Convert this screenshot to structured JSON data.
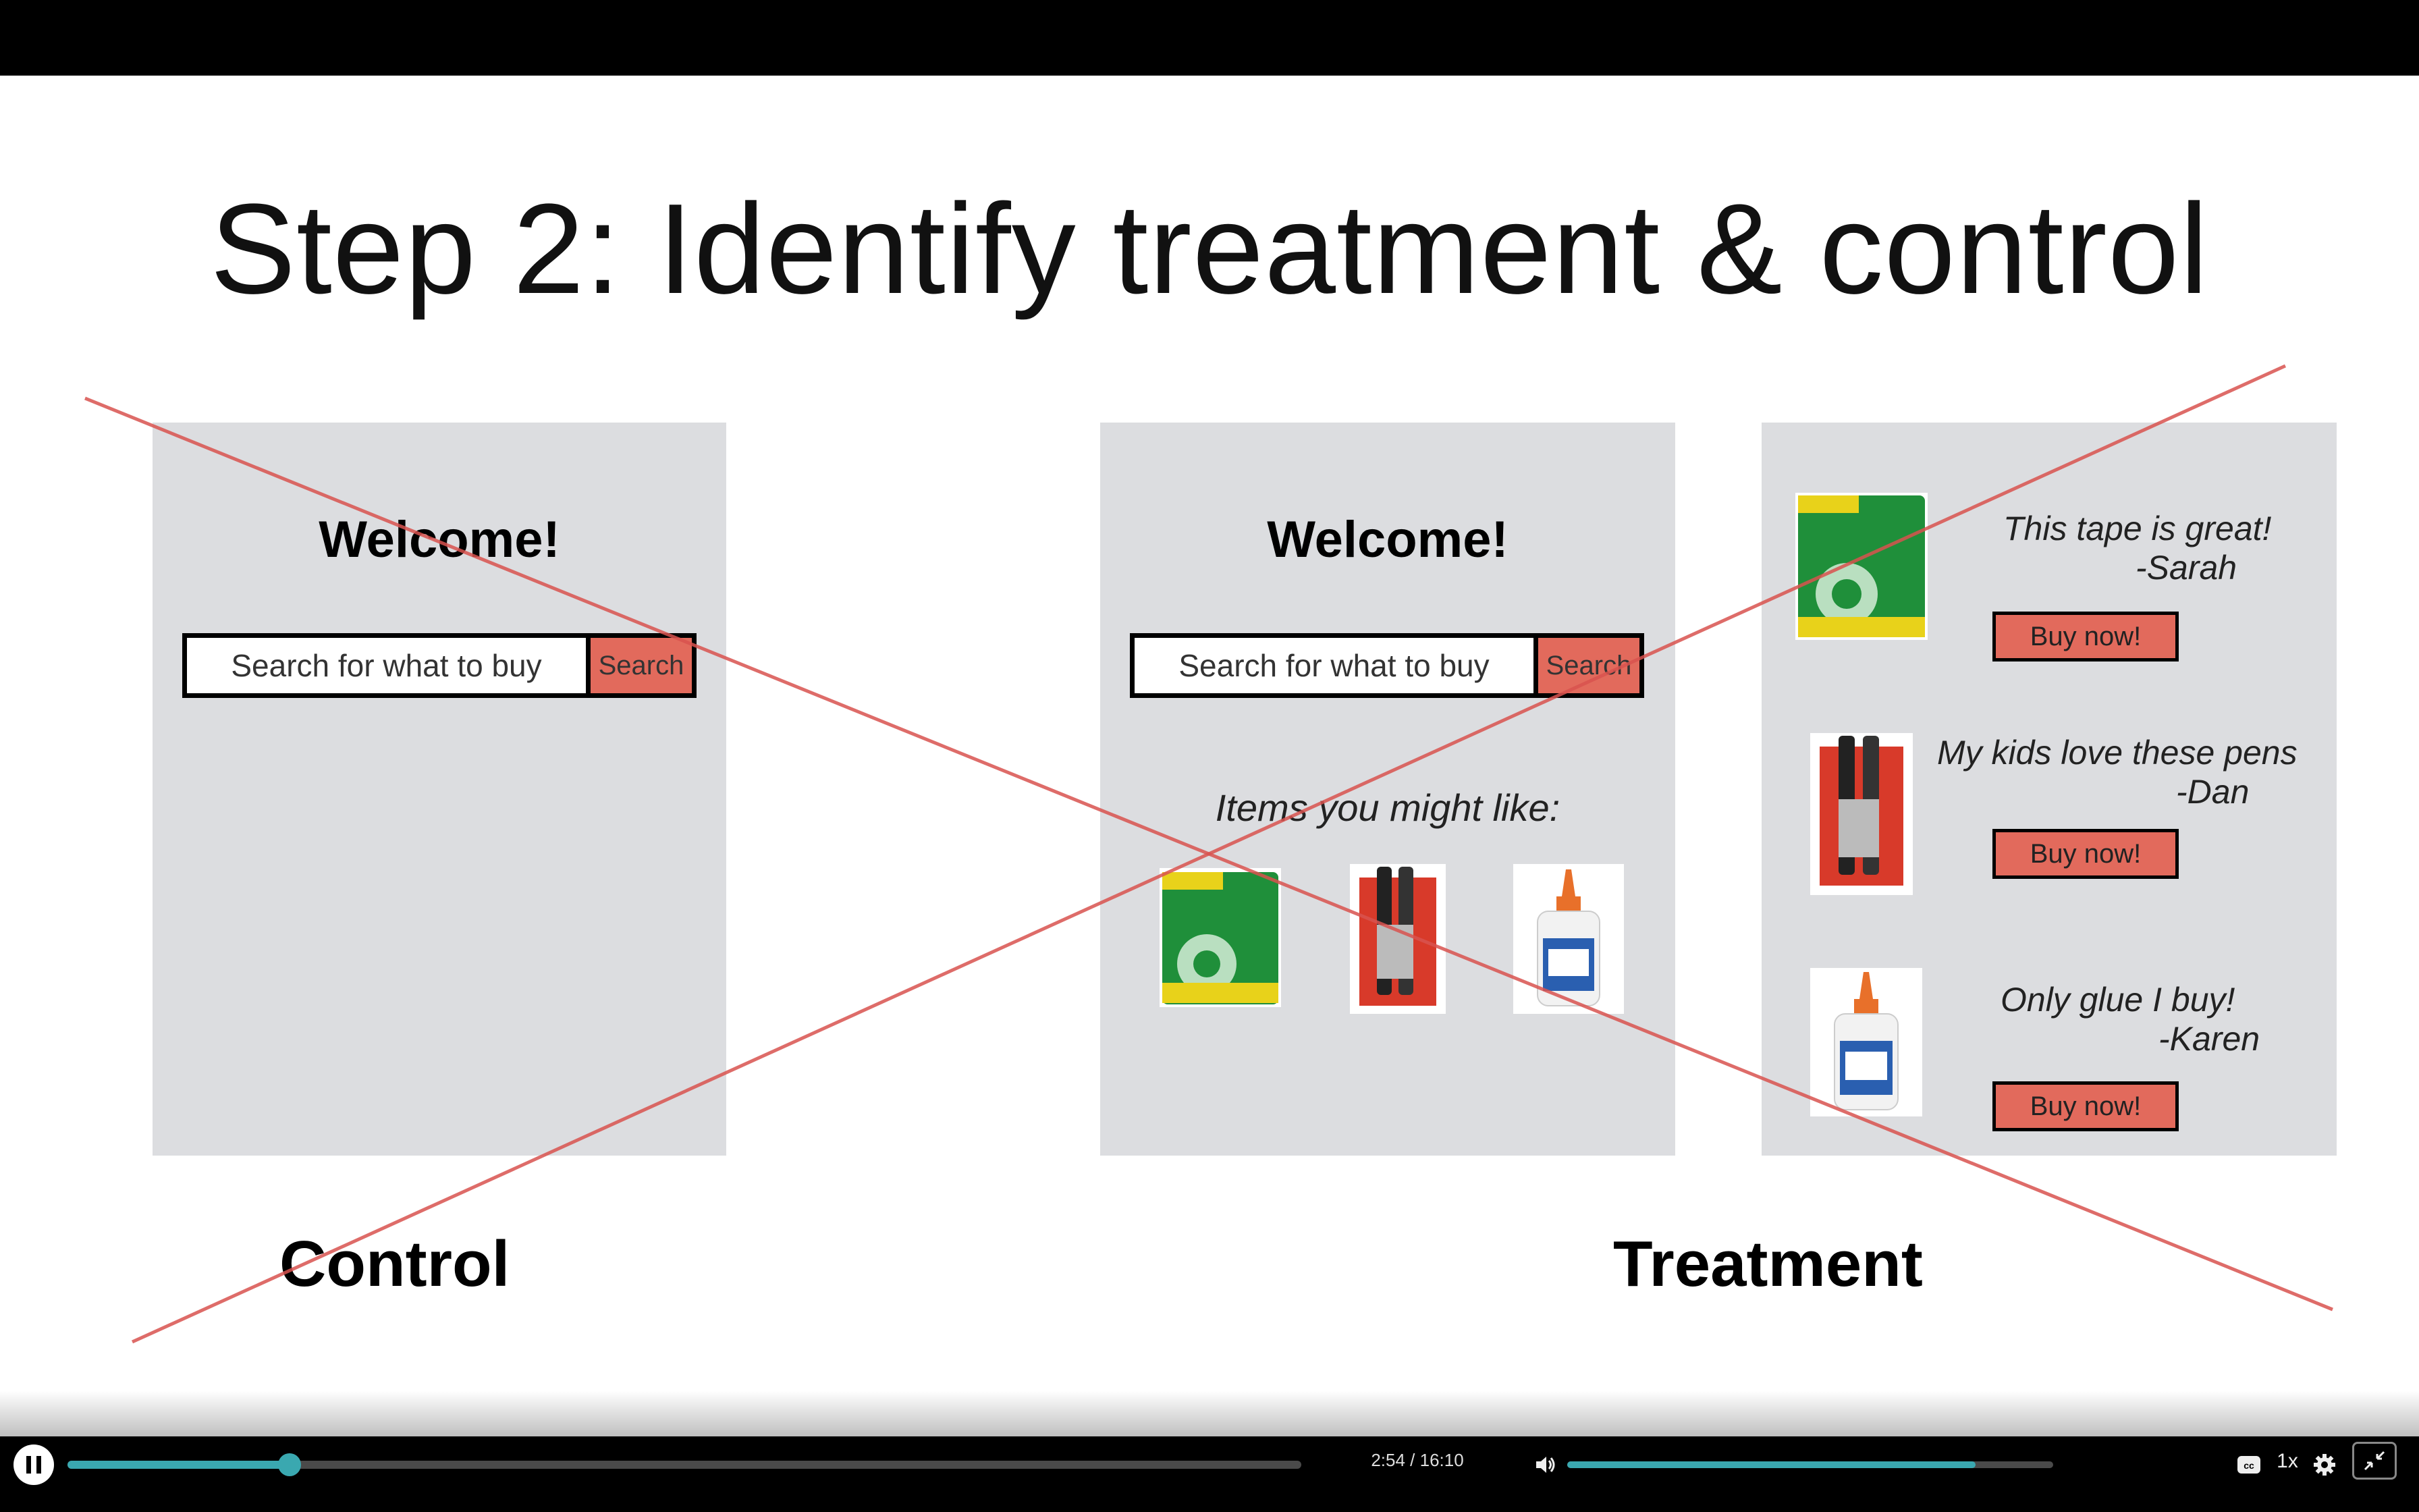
{
  "slide": {
    "title": "Step 2: Identify treatment & control",
    "control": {
      "welcome": "Welcome!",
      "search_placeholder": "Search for what to buy",
      "search_button": "Search",
      "label": "Control"
    },
    "treatment": {
      "welcome": "Welcome!",
      "search_placeholder": "Search for what to buy",
      "search_button": "Search",
      "recommendations_heading": "Items you might like:",
      "label": "Treatment",
      "reviews": [
        {
          "line1": "This tape is great!",
          "line2": "-Sarah",
          "button": "Buy now!",
          "product": "tape"
        },
        {
          "line1": "My kids love these pens",
          "line2": "-Dan",
          "button": "Buy now!",
          "product": "pens"
        },
        {
          "line1": "Only glue I buy!",
          "line2": "-Karen",
          "button": "Buy now!",
          "product": "glue"
        }
      ]
    },
    "cross_color": "#d9534f",
    "panel_color": "#dcdde0",
    "button_color": "#e26a5c"
  },
  "player": {
    "time": "2:54 / 16:10",
    "progress": 0.18,
    "volume": 0.84,
    "speed": "1x",
    "accent_color": "#3aa8b0",
    "icons": [
      "pause-icon",
      "volume-icon",
      "captions-icon",
      "settings-icon",
      "exit-fullscreen-icon"
    ]
  }
}
